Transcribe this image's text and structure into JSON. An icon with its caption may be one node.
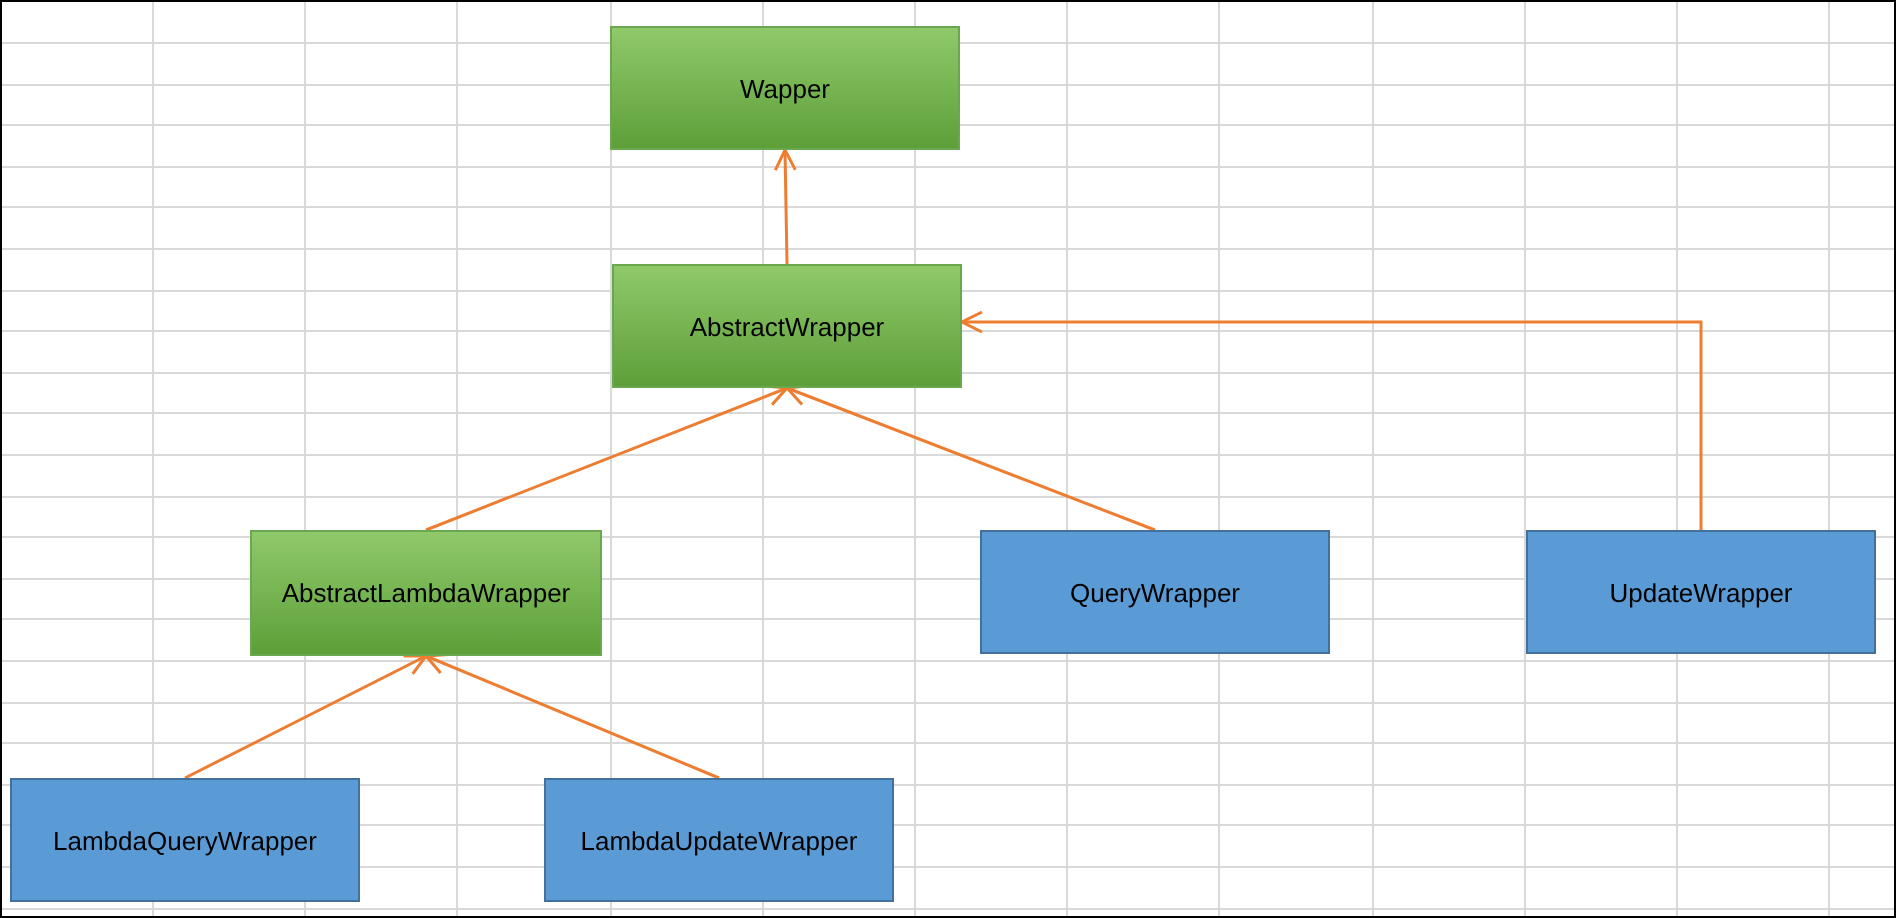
{
  "diagram": {
    "nodes": [
      {
        "text": [
          "Wapper"
        ]
      },
      {
        "text": [
          "AbstractWrapper"
        ]
      },
      {
        "text": [
          "AbstractLambdaWrapper"
        ]
      },
      {
        "text": [
          "QueryWrapper"
        ]
      },
      {
        "text": [
          "UpdateWrapper"
        ]
      },
      {
        "text": [
          "LambdaQueryWrapper"
        ]
      },
      {
        "text": [
          "LambdaUpdateWrapper"
        ]
      }
    ],
    "edges": [
      {
        "from": 1,
        "to": 0,
        "arrow": "to"
      },
      {
        "from": 2,
        "to": 1,
        "arrow": "to"
      },
      {
        "from": 3,
        "to": 1,
        "arrow": "to"
      },
      {
        "from": 4,
        "to": 1,
        "arrow": "to"
      },
      {
        "from": 5,
        "to": 2,
        "arrow": "to"
      },
      {
        "from": 6,
        "to": 2,
        "arrow": "to"
      }
    ]
  }
}
